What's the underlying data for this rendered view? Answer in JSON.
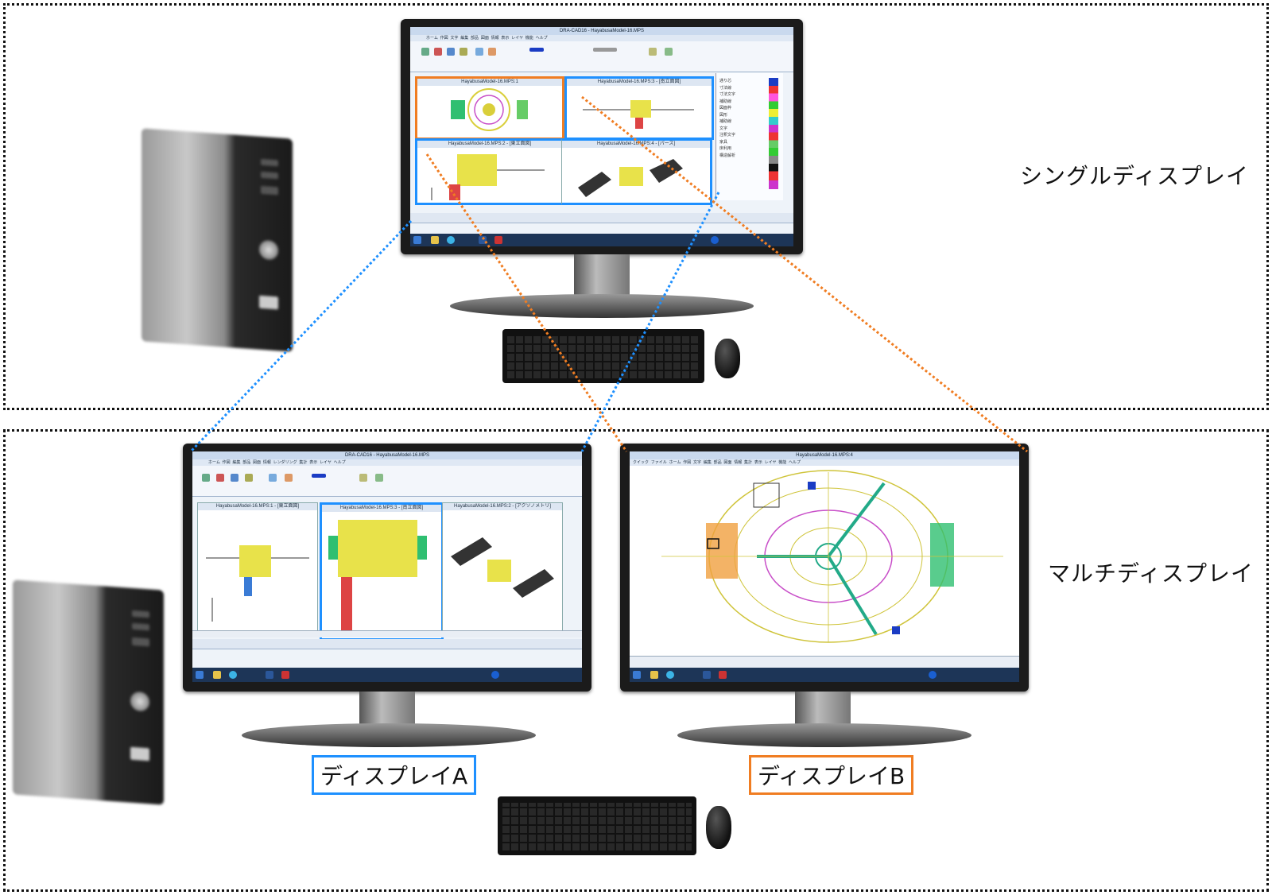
{
  "sections": {
    "single": {
      "label": "シングルディスプレイ"
    },
    "multi": {
      "label": "マルチディスプレイ"
    }
  },
  "captions": {
    "display_a": "ディスプレイA",
    "display_b": "ディスプレイB"
  },
  "colors": {
    "display_a_accent": "#1e90ff",
    "display_b_accent": "#f07d22",
    "border": "#111111",
    "cad_yellow": "#e8e24a",
    "cad_green": "#2fbf71",
    "cad_magenta": "#d63bd6"
  },
  "single_monitor": {
    "window_title": "DRA-CAD16 - HayabusaModel-16.MPS",
    "tabs": [
      "ホーム",
      "作図",
      "文字",
      "編集",
      "部品",
      "図面",
      "情報",
      "表示",
      "レイヤ",
      "機能",
      "ヘルプ"
    ],
    "panes": [
      {
        "title": "HayabusaModel-16.MPS:1"
      },
      {
        "title": "HayabusaModel-16.MPS:3 - [南立面図]"
      },
      {
        "title": "HayabusaModel-16.MPS:2 - [東立面図]"
      },
      {
        "title": "HayabusaModel-16.MPS:4 - [パース]"
      }
    ],
    "layer_rows": [
      "通り芯",
      "寸法線",
      "寸法文字",
      "補助線",
      "図面枠",
      "図形",
      "補助線",
      "文字",
      "注釈文字",
      "家具",
      "床利用",
      "構造解析"
    ]
  },
  "display_a": {
    "window_title": "DRA-CAD16 - HayabusaModel-16.MPS",
    "tabs": [
      "ホーム",
      "作図",
      "編集",
      "部品",
      "図面",
      "情報",
      "レンダリング",
      "集計",
      "表示",
      "レイヤ",
      "ヘルプ"
    ],
    "panes": [
      {
        "title": "HayabusaModel-16.MPS:1 - [東立面図]"
      },
      {
        "title": "HayabusaModel-16.MPS:3 - [南立面図]"
      },
      {
        "title": "HayabusaModel-16.MPS:2 - [アクソノメトリ]"
      }
    ]
  },
  "display_b": {
    "window_title": "HayabusaModel-16.MPS:4",
    "menu": [
      "クイック",
      "ファイル",
      "ホーム",
      "作図",
      "文字",
      "編集",
      "部品",
      "図面",
      "情報",
      "集計",
      "表示",
      "レイヤ",
      "機能",
      "ヘルプ"
    ]
  },
  "icons": {
    "help": "help-icon",
    "start": "windows-start-icon"
  }
}
